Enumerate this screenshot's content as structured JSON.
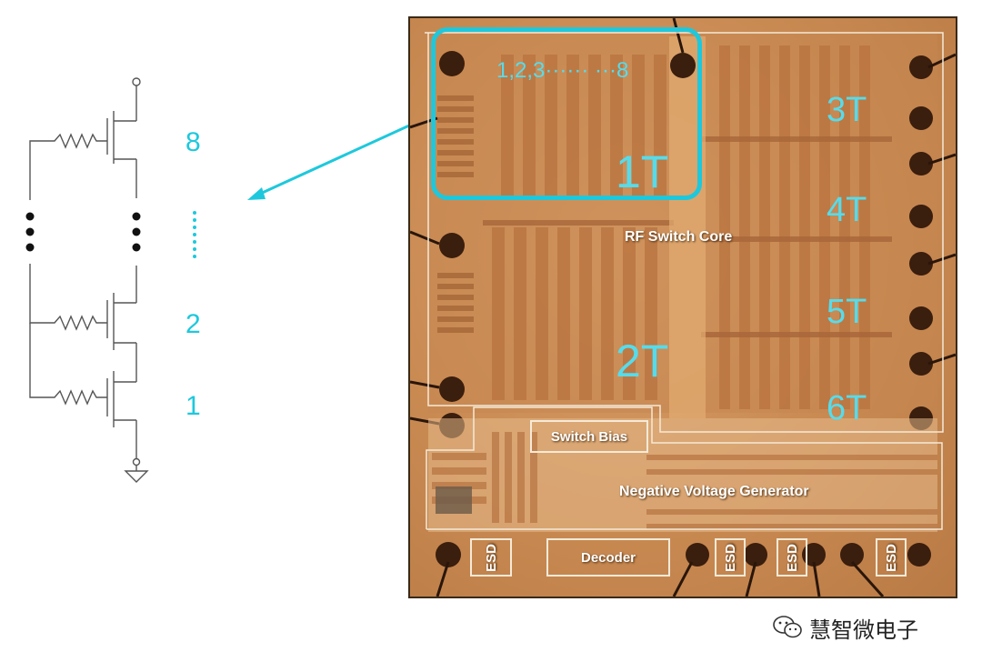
{
  "schematic": {
    "stage_top": "8",
    "stage_2": "2",
    "stage_1": "1"
  },
  "die": {
    "range_label": "1,2,3······ ···8",
    "t1": "1T",
    "t2": "2T",
    "t3": "3T",
    "t4": "4T",
    "t5": "5T",
    "t6": "6T",
    "rf_switch_core": "RF Switch Core",
    "switch_bias": "Switch Bias",
    "negative_voltage_generator": "Negative Voltage Generator",
    "decoder": "Decoder",
    "esd": "ESD"
  },
  "watermark": {
    "text": "慧智微电子",
    "icon": "wechat-icon"
  },
  "colors": {
    "accent": "#1ec8dc",
    "die_copper": "#c98a52",
    "outline": "#f4ead8"
  }
}
